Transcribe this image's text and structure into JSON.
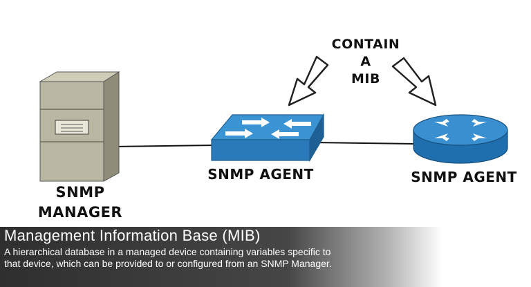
{
  "labels": {
    "contain_line1": "CONTAIN",
    "contain_line2": "A",
    "contain_line3": "MIB",
    "switch_agent": "SNMP AGENT",
    "router_agent": "SNMP AGENT",
    "manager_line1": "SNMP",
    "manager_line2": "MANAGER"
  },
  "caption": {
    "title": "Management Information Base (MIB)",
    "desc_line1": "A hierarchical database in a managed device containing variables specific to",
    "desc_line2": "that device, which can be provided to or configured from an SNMP Manager."
  },
  "colors": {
    "server_body": "#b9b7a2",
    "switch_blue": "#2f86c6",
    "router_blue": "#2a7fc0",
    "caption_bg": "#333333"
  },
  "icons": {
    "manager": "server-icon",
    "switch": "network-switch-icon",
    "router": "router-icon"
  }
}
